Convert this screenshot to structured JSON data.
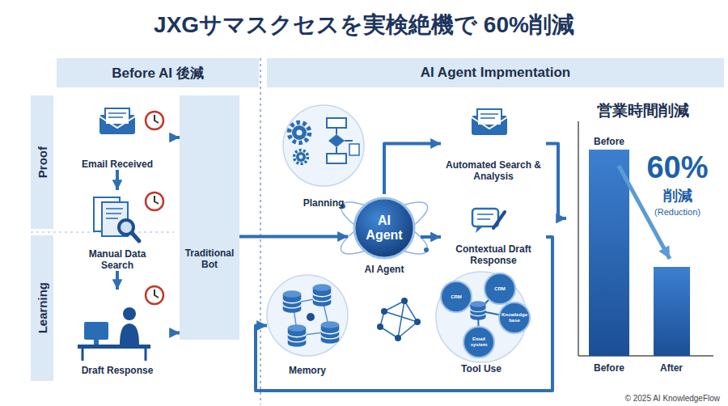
{
  "diagram": {
    "title": "JXGサマスクセスを実検絶機で 60%削減",
    "nodes": [
      {
        "text": [
          "Before AI 後減"
        ]
      },
      {
        "text": [
          "AI Agent Impmentation"
        ]
      },
      {
        "text": [
          "Proof"
        ]
      },
      {
        "text": [
          "Learning"
        ]
      },
      {
        "text": [
          "Email Received"
        ]
      },
      {
        "text": [
          "Manual Data Search"
        ]
      },
      {
        "text": [
          "Draft Response"
        ]
      },
      {
        "text": [
          "Traditional Bot"
        ]
      },
      {
        "text": [
          "Planning"
        ]
      },
      {
        "text": [
          "AI Agent",
          "AI Agent"
        ]
      },
      {
        "text": [
          "Memory"
        ]
      },
      {
        "text": [
          "Automated Search & Analysis"
        ]
      },
      {
        "text": [
          "Contextual Draft Response"
        ]
      },
      {
        "text": [
          "Tool Use"
        ]
      },
      {
        "text": [
          "CRM"
        ],
        "in": 13
      },
      {
        "text": [
          "CRM"
        ],
        "in": 13
      },
      {
        "text": [
          "Knowledge base"
        ],
        "in": 13
      },
      {
        "text": [
          "Email system"
        ],
        "in": 13
      },
      {
        "text": [
          "営業時間削減"
        ]
      }
    ],
    "edges": [
      {
        "from": 4,
        "to": 5,
        "arrow": "to"
      },
      {
        "from": 5,
        "to": 6,
        "arrow": "to"
      },
      {
        "from": 4,
        "to": 7,
        "arrow": "to"
      },
      {
        "from": 6,
        "to": 7,
        "arrow": "to"
      },
      {
        "from": 7,
        "to": 9,
        "arrow": "to"
      },
      {
        "from": 9,
        "to": 11,
        "arrow": "to"
      },
      {
        "from": 9,
        "to": 12,
        "arrow": "to"
      },
      {
        "from": 11,
        "to": 18,
        "arrow": "to"
      },
      {
        "from": 12,
        "to": 10,
        "arrow": "to"
      }
    ],
    "labels": [
      "Before",
      "60%",
      "削減",
      "(Reduction)",
      "Before",
      "After",
      "© 2025 AI KnowledgeFlow"
    ]
  }
}
